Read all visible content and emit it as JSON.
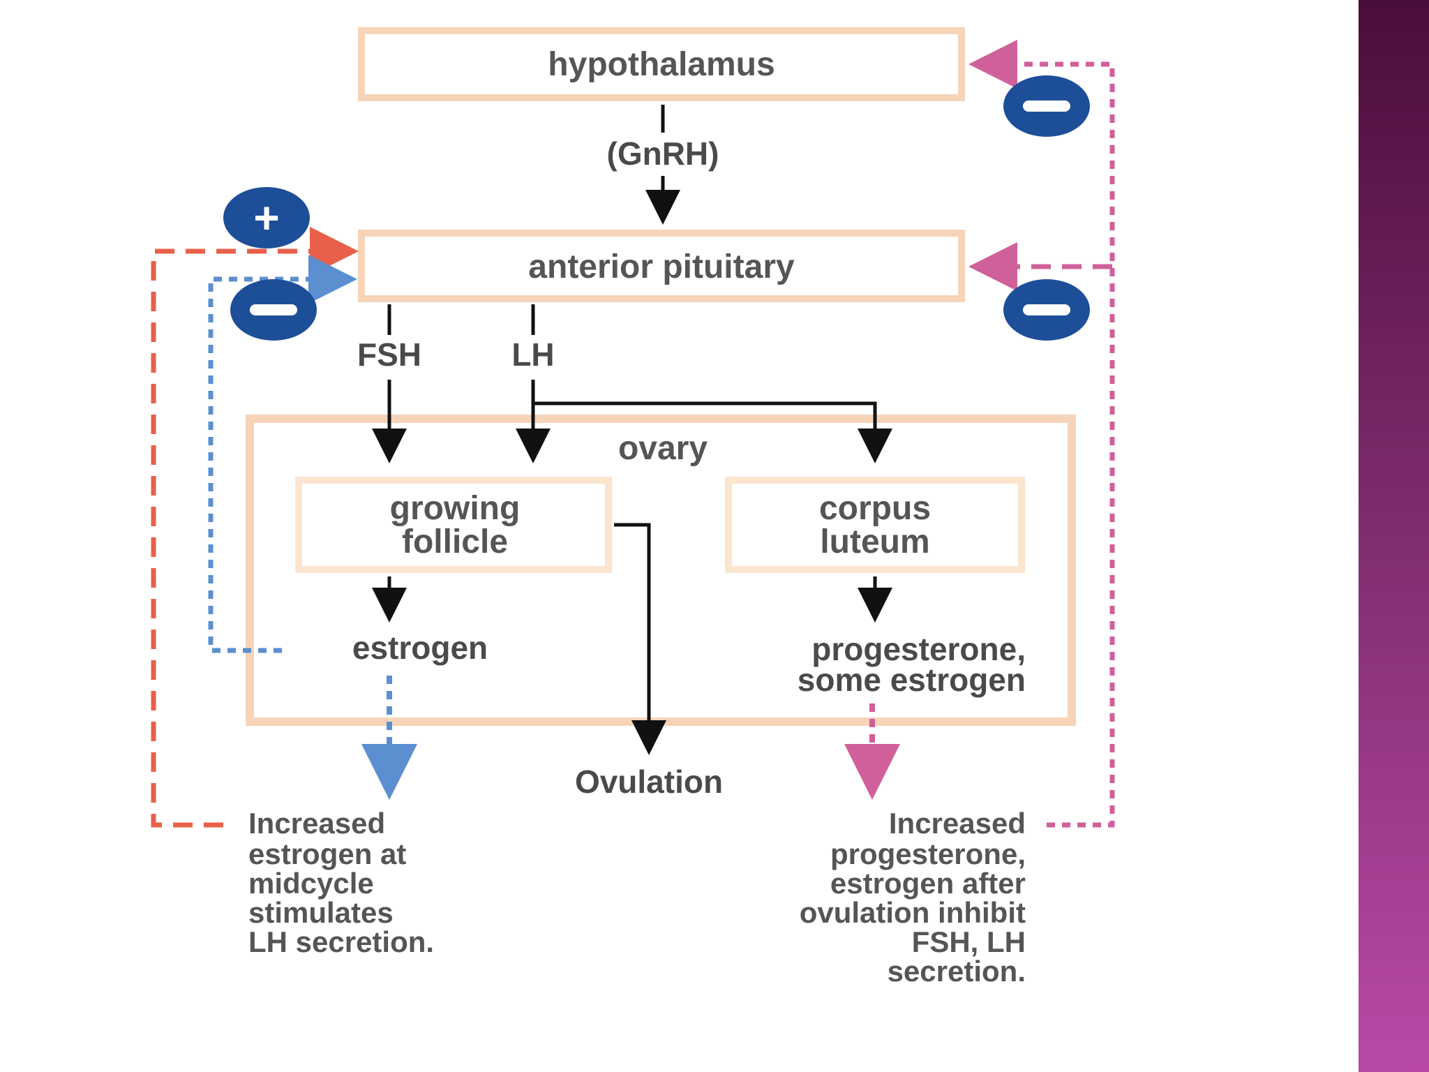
{
  "nodes": {
    "hypothalamus": "hypothalamus",
    "anterior_pituitary": "anterior pituitary",
    "ovary": "ovary",
    "growing_follicle": [
      "growing",
      "follicle"
    ],
    "corpus_luteum": [
      "corpus",
      "luteum"
    ]
  },
  "labels": {
    "gnrh": "(GnRH)",
    "fsh": "FSH",
    "lh": "LH",
    "estrogen": "estrogen",
    "progesterone": [
      "progesterone,",
      "some estrogen"
    ],
    "ovulation": "Ovulation"
  },
  "notes": {
    "left": [
      "Increased",
      "estrogen at",
      "midcycle",
      "stimulates",
      "LH secretion."
    ],
    "right": [
      "Increased",
      "progesterone,",
      "estrogen after",
      "ovulation inhibit",
      "FSH, LH",
      "secretion."
    ]
  },
  "signs": {
    "plus": "+",
    "minus": "−"
  },
  "colors": {
    "box_border": "#f7d4b8",
    "arrow": "#111111",
    "stimulate_line": "#e8604a",
    "estrogen_line": "#5b8fd0",
    "inhibit_line": "#d0609a",
    "sign_fill": "#1d4f98",
    "sidebar_top": "#4a0e3a",
    "sidebar_bottom": "#b84aa6"
  }
}
